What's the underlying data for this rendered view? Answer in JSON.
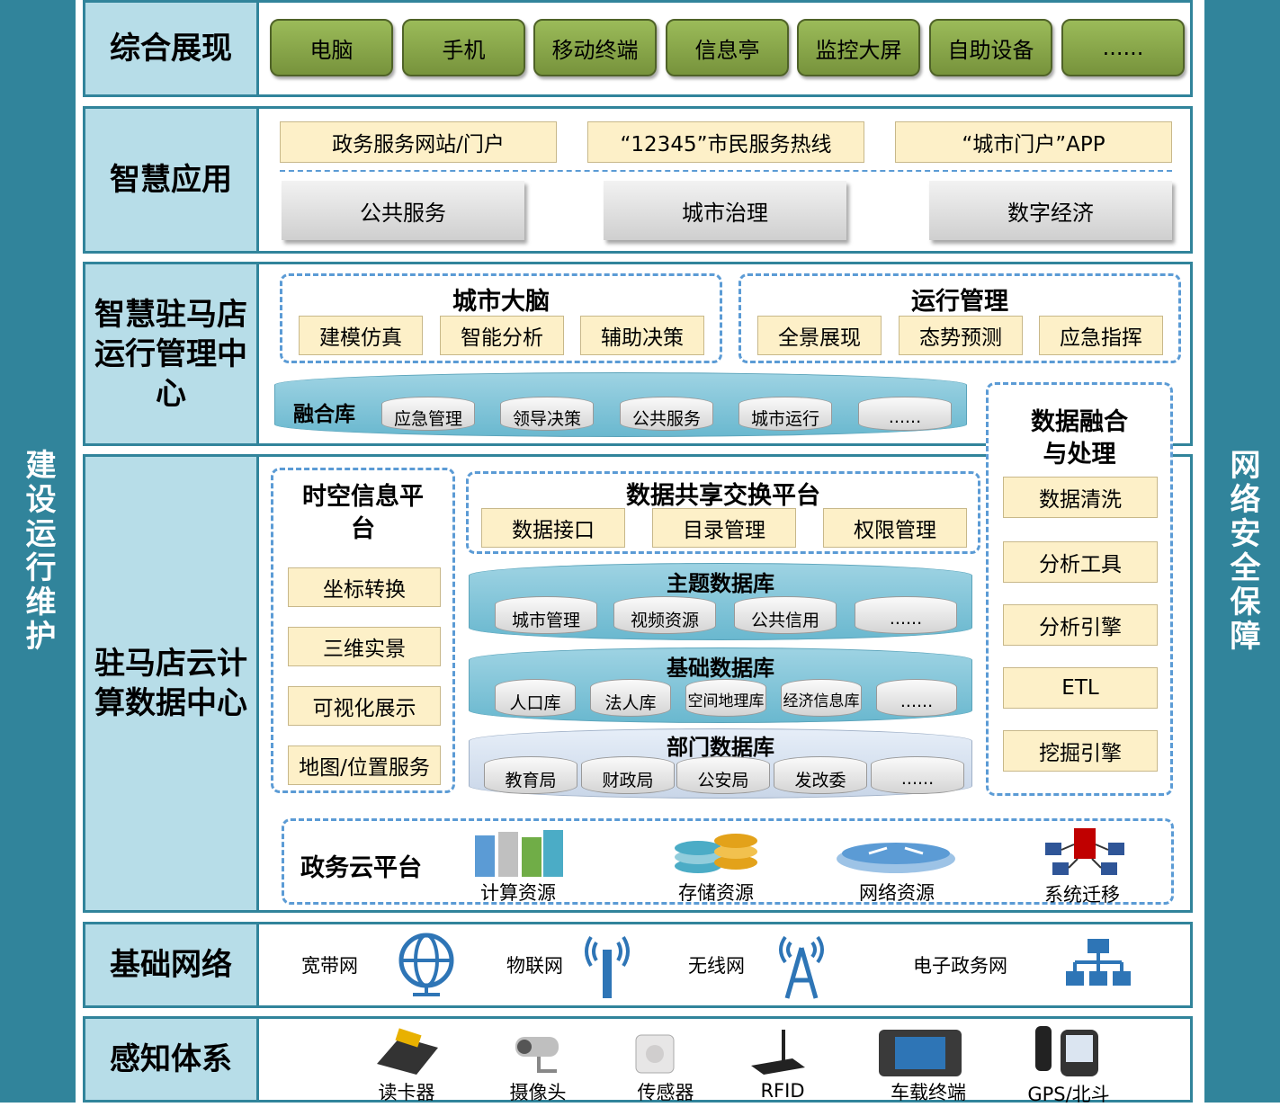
{
  "side": {
    "left": "建设运行维护",
    "right": "网络安全保障"
  },
  "layer1": {
    "label": "综合展现",
    "items": [
      "电脑",
      "手机",
      "移动终端",
      "信息亭",
      "监控大屏",
      "自助设备",
      "......"
    ]
  },
  "layer2": {
    "label": "智慧应用",
    "portals": [
      "政务服务网站/门户",
      "“12345”市民服务热线",
      "“城市门户”APP"
    ],
    "domains": [
      "公共服务",
      "城市治理",
      "数字经济"
    ]
  },
  "layer3": {
    "label": "智慧驻马店运行管理中心",
    "brain": {
      "title": "城市大脑",
      "items": [
        "建模仿真",
        "智能分析",
        "辅助决策"
      ]
    },
    "ops": {
      "title": "运行管理",
      "items": [
        "全景展现",
        "态势预测",
        "应急指挥"
      ]
    },
    "fusion": {
      "title": "融合库",
      "items": [
        "应急管理",
        "领导决策",
        "公共服务",
        "城市运行",
        "......"
      ]
    }
  },
  "layer4": {
    "label": "驻马店云计算数据中心",
    "spatial": {
      "title": "时空信息平台",
      "items": [
        "坐标转换",
        "三维实景",
        "可视化展示",
        "地图/位置服务"
      ]
    },
    "exchange": {
      "title": "数据共享交换平台",
      "items": [
        "数据接口",
        "目录管理",
        "权限管理"
      ]
    },
    "theme_db": {
      "title": "主题数据库",
      "items": [
        "城市管理",
        "视频资源",
        "公共信用",
        "......"
      ]
    },
    "base_db": {
      "title": "基础数据库",
      "items": [
        "人口库",
        "法人库",
        "空间地理库",
        "经济信息库",
        "......"
      ]
    },
    "dept_db": {
      "title": "部门数据库",
      "items": [
        "教育局",
        "财政局",
        "公安局",
        "发改委",
        "......"
      ]
    },
    "processing": {
      "title": "数据融合与处理",
      "items": [
        "数据清洗",
        "分析工具",
        "分析引擎",
        "ETL",
        "挖掘引擎"
      ]
    },
    "cloud": {
      "title": "政务云平台",
      "items": [
        "计算资源",
        "存储资源",
        "网络资源",
        "系统迁移"
      ]
    }
  },
  "layer5": {
    "label": "基础网络",
    "items": [
      "宽带网",
      "物联网",
      "无线网",
      "电子政务网"
    ]
  },
  "layer6": {
    "label": "感知体系",
    "items": [
      "读卡器",
      "摄像头",
      "传感器",
      "RFID",
      "车载终端",
      "GPS/北斗"
    ]
  },
  "colors": {
    "teal": "#31849b",
    "label_bg": "#b7dde8",
    "cream": "#fdf0c8",
    "green": "#9bbb59",
    "dash": "#5b9bd5"
  }
}
